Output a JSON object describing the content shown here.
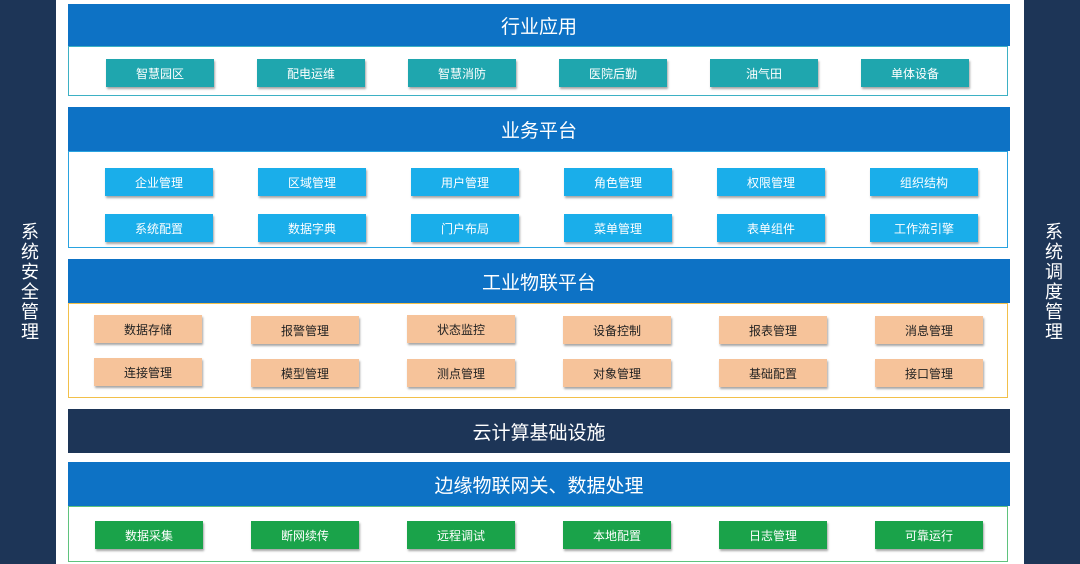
{
  "left_bar": {
    "label": "系统安全管理"
  },
  "right_bar": {
    "label": "系统调度管理"
  },
  "industry": {
    "title": "行业应用",
    "items": [
      "智慧园区",
      "配电运维",
      "智慧消防",
      "医院后勤",
      "油气田",
      "单体设备"
    ]
  },
  "business": {
    "title": "业务平台",
    "row1": [
      "企业管理",
      "区域管理",
      "用户管理",
      "角色管理",
      "权限管理",
      "组织结构"
    ],
    "row2": [
      "系统配置",
      "数据字典",
      "门户布局",
      "菜单管理",
      "表单组件",
      "工作流引擎"
    ]
  },
  "iot": {
    "title": "工业物联平台",
    "row1": [
      "数据存储",
      "报警管理",
      "状态监控",
      "设备控制",
      "报表管理",
      "消息管理"
    ],
    "row2": [
      "连接管理",
      "模型管理",
      "测点管理",
      "对象管理",
      "基础配置",
      "接口管理"
    ]
  },
  "cloud": {
    "title": "云计算基础设施"
  },
  "edge": {
    "title": "边缘物联网关、数据处理",
    "items": [
      "数据采集",
      "断网续传",
      "远程调试",
      "本地配置",
      "日志管理",
      "可靠运行"
    ]
  },
  "colors": {
    "dark_navy": "#1d3557",
    "header_blue": "#0d72c5",
    "teal_box": "#1fa6ae",
    "blue_box": "#1aaeea",
    "peach_box": "#f6c39a",
    "green_box": "#1aa34a"
  }
}
